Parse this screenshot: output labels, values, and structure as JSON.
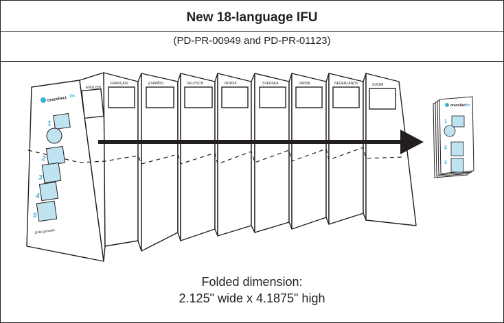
{
  "header": {
    "title": "New 18-language IFU",
    "subtitle": "(PD-PR-00949 and PD-PR-01123)"
  },
  "brand": {
    "logo_text": "oracollect",
    "logo_suffix": "Dx",
    "footer_text": "DNA genotek"
  },
  "panels": {
    "labels": [
      "ENGLISH",
      "FRANÇAIS",
      "ESPAÑOL",
      "DEUTSCH",
      "NORSK",
      "SVENSKA",
      "DANSK",
      "NEDERLANDS",
      "SUOMI"
    ]
  },
  "steps": [
    "1",
    "2",
    "3",
    "4",
    "5"
  ],
  "folded_steps": [
    "1",
    "2",
    "3"
  ],
  "caption": {
    "line1": "Folded dimension:",
    "line2": "2.125\" wide x 4.1875\" high"
  },
  "colors": {
    "accent": "#3aaed8",
    "box_fill": "#bfe3f1",
    "ink": "#231f20"
  }
}
